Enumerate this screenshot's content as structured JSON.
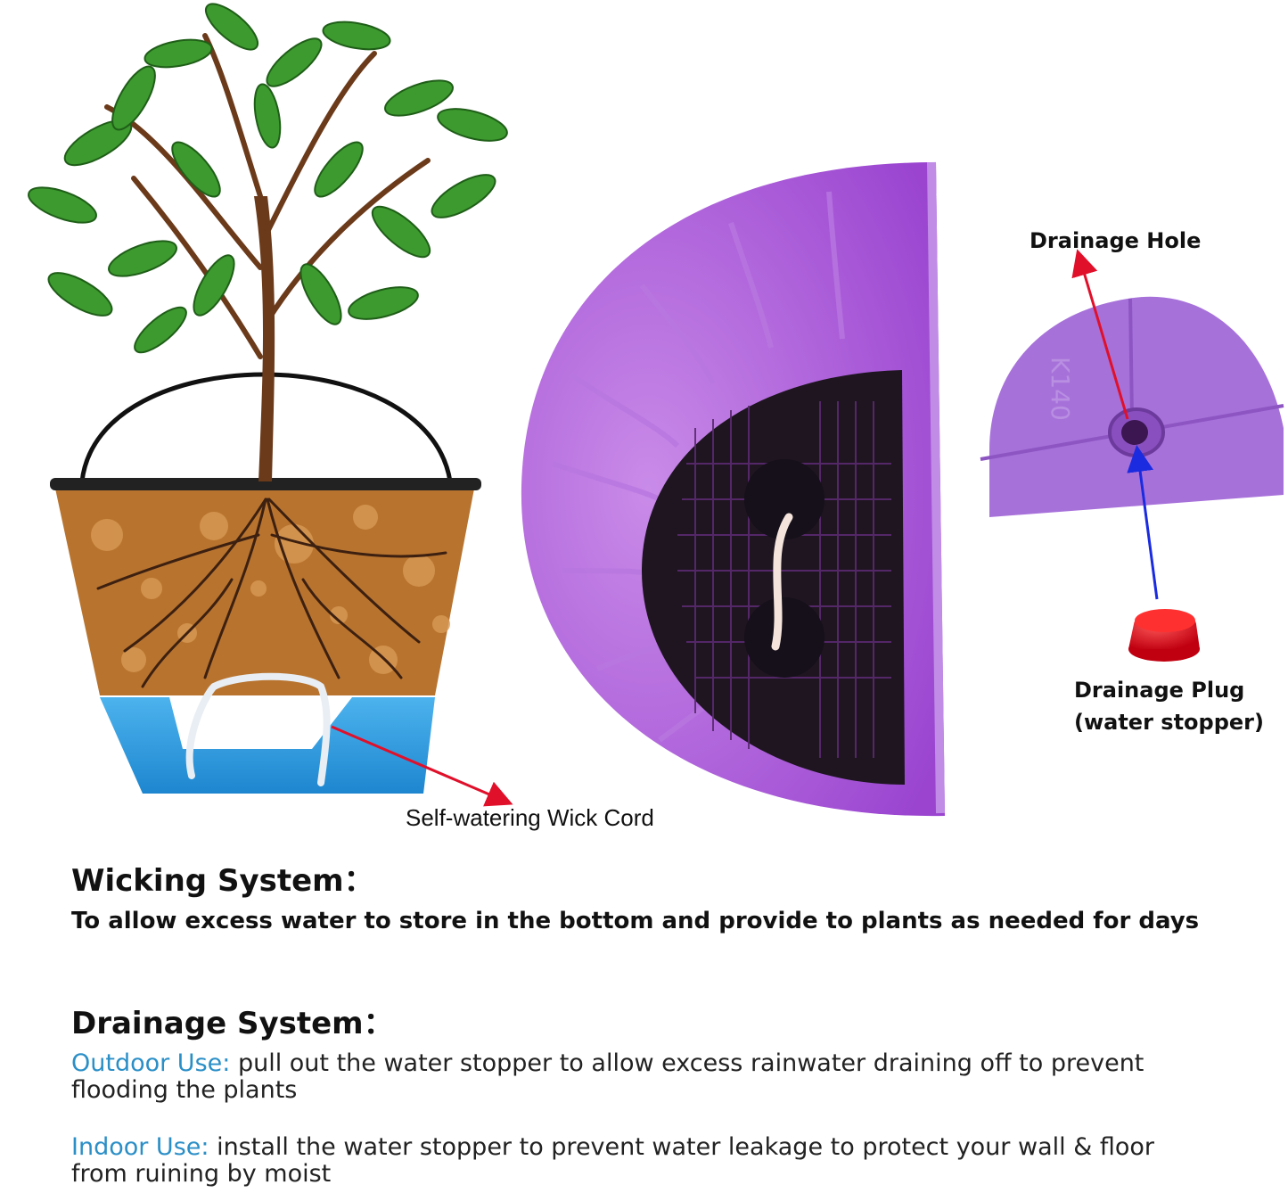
{
  "callouts": {
    "wick_cord": "Self-watering Wick Cord",
    "drainage_hole": "Drainage Hole",
    "drainage_plug_line1": "Drainage Plug",
    "drainage_plug_line2": "(water stopper)",
    "pot_marking": "K140"
  },
  "wicking": {
    "heading": "Wicking System：",
    "description": "To allow excess water to store in the bottom and provide to plants as needed for days"
  },
  "drainage": {
    "heading": "Drainage System：",
    "outdoor_label": "Outdoor Use:",
    "outdoor_text": " pull out the water stopper to allow excess rainwater draining off to prevent flooding the plants",
    "indoor_label": "Indoor Use:",
    "indoor_text": " install the water stopper to prevent water leakage to protect your wall & floor from ruining by moist"
  },
  "colors": {
    "purple": "#a95bd8",
    "water": "#2f9ee0",
    "soil": "#b8742f",
    "leaf": "#3c9a2e",
    "arrow_red": "#e0102a",
    "arrow_blue": "#1a2be0",
    "accent_blue": "#2b8fc7"
  },
  "icons": [
    "plant-illustration",
    "half-round-pot-photo",
    "drainage-hole-closeup",
    "red-plug-icon"
  ]
}
